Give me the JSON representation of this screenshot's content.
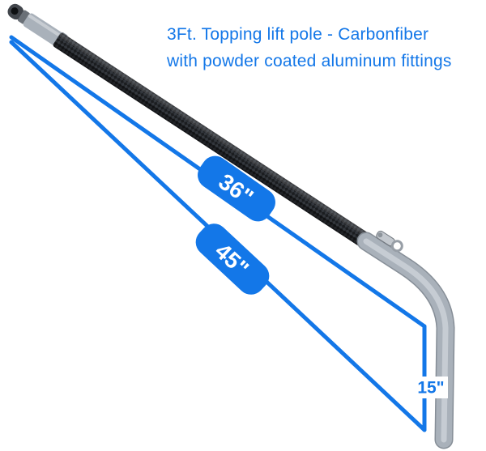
{
  "title": {
    "line1": "3Ft. Topping lift pole - Carbonfiber",
    "line2": "with powder coated aluminum fittings"
  },
  "dimensions": {
    "pole_length": "36\"",
    "total_length": "45\"",
    "drop_height": "15\""
  },
  "colors": {
    "accent_blue": "#1377e8",
    "fitting_gray": "#a9b1ba",
    "carbon_dark": "#1b1d20"
  }
}
